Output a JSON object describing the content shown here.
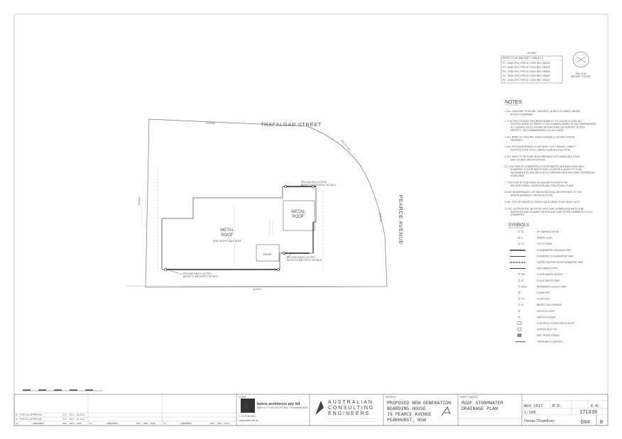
{
  "plan": {
    "street_top": "TRAFALGAR STREET",
    "street_right": "PEARCE AVENUE",
    "metal_roof_main_line1": "METAL",
    "metal_roof_main_line2": "ROOF",
    "non_trafficable": "NON-TRAFFICABLE ROOF",
    "metal_roof_small_line1": "METAL",
    "metal_roof_small_line2": "ROOF",
    "roof_small": "ROOF",
    "gutter_note_1_a": "PROVIDE EAVES GUTTER",
    "gutter_note_1_b": "REFER TO ARCHITECT DETAILS",
    "gutter_note_2_a": "PROVIDE EAVES GUTTER",
    "gutter_note_2_b": "REFER TO ARCHITECT DETAILS",
    "gutter_note_3_a": "PROVIDE BOX GUTTER",
    "gutter_note_3_b": "REFER TO ARCHITECT DETAILS"
  },
  "legend": {
    "title": "LEGEND",
    "header": "REFER TO AS 3500 PART 3 TABLE 3.3",
    "rows": [
      "P1 - 100Ø UPVC PIPE AT 1.00% MIN. GRADE",
      "P2 - 150Ø UPVC PIPE AT 1.00% MIN. GRADE",
      "P3 - 225Ø UPVC PIPE AT 0.50% MIN. GRADE",
      "P4 - 300Ø UPVC PIPE AT 0.40% MIN. GRADE",
      "P5 - 375Ø UPVC PIPE AT 0.40% MIN. GRADE"
    ],
    "dial_text_1": "DIAL 1100",
    "dial_text_2": "BEFORE YOU DIG"
  },
  "notes": {
    "title": "NOTES",
    "items": [
      "1.  ALL LINES ARE TO BE MIN. 100Ø UPVC @ MIN 1.00 GRADE UNLESS NOTED OTHERWISE.",
      "2.  IT IS THE CONTRACTORS RESPONSIBILITY TO LOCATE & LEVEL ALL EXISTING SERVICES PRIOR TO THE COMMENCEMENT OF ANY EARTHWORKS. ALL DESIGN LEVELS SHOWN ON PLAN SHALL BE VERIFIED ON SITE PRIOR TO THE COMMENCEMENT OF ANY WORK.",
      "3.  ALL RWPS TO HAVE MIN. 200mm SCREEN & LOCATED WITHIN PROPERTY.",
      "4.  ALL PITS IN DRIVEWAYS TO BE HEAVY DUTY GRATED. DIRECT SURFACE FLOW TO ALL GRATED SURFACE INLET PITS.",
      "5.  ALL WORK TO BE DONE IN ACCORDANCE WITH AS/NZ 3500.3:2015 AND COUNCIL SPECIFICATIONS.",
      "6.  LOCATIONS OF DOWNPIPES & FLOOR WASTES ARE INDICATIVE ONLY. DOWNPIPE & FLOOR WASTE SIZE, LOCATION & QUANTITY TO BE DETERMINED BY BUILDER & IN ACCORDANCE WITH RELEVANT AUSTRALIAN STANDARDS.",
      "7.  THIS PLAN IS TO BE READ IN CONJUNCTION WITH THE ARCHITECTURAL, LANDSCAPE AND STRUCTURAL PLANS.",
      "8.  ANY DISCREPANCIES OR OMISSIONS SHALL BE REFERRED TO THE DESIGN ENGINEER FOR RESOLUTION.",
      "9.  ALL PITS OR GRATES IN TRAFFICABLE AREAS TO BE HEAVY DUTY.",
      "10. ALL GUTTERS WILL BE FITTED WITH LEAF GUARDS AND SHOULD BE INSPECTED AND CLEANED ON REGULAR LEAF LITTER CARRIED BY/TO ALL DOWNPIPES."
    ]
  },
  "symbols": {
    "title": "SYMBOLS",
    "items": [
      {
        "sym": "SL",
        "text": "PIT SURFACE LEVEL"
      },
      {
        "sym": "IL",
        "text": "INVERT LEVEL"
      },
      {
        "sym": "TK",
        "text": "TOP OF KERB"
      },
      {
        "sym": "",
        "text": "STORMWATER DRAINAGE PIPE"
      },
      {
        "sym": "",
        "text": "DOWNPIPE TO RAINWATER TANK"
      },
      {
        "sym": "",
        "text": "OVERFLOW PIPE FROM RAINWATER TANK"
      },
      {
        "sym": "",
        "text": "AND SUBSOIL PIPE"
      },
      {
        "sym": "FW",
        "text": "FLOOR WASTE GRATED"
      },
      {
        "sym": "FT",
        "text": "FLOOR WASTE TRAP"
      },
      {
        "sym": "RWO",
        "text": "RAINWATER OUTLET 100Ø"
      },
      {
        "sym": "",
        "text": "DOWN PIPE"
      },
      {
        "sym": "CO",
        "text": "CLEAN OUT"
      },
      {
        "sym": "IO",
        "text": "INSPECTION OPENING"
      },
      {
        "sym": "",
        "text": "VERTICAL DROP"
      },
      {
        "sym": "",
        "text": "VERTICAL RISER"
      },
      {
        "sym": "",
        "text": "CONCRETE COVER JUNCTION PIT"
      },
      {
        "sym": "",
        "text": "GRATED INLET PIT"
      },
      {
        "sym": "",
        "text": "AND GRATED DRAIN"
      },
      {
        "sym": "",
        "text": "OVERLAND FLOW PATH"
      }
    ]
  },
  "titleblock": {
    "revisions": [
      {
        "rev": "B",
        "desc": "FOR D.A. APPROVAL",
        "by": "C.K.",
        "chk": "M.D.",
        "date": "24.10.17"
      },
      {
        "rev": "A",
        "desc": "FOR D.A. APPROVAL",
        "by": "C.K.",
        "chk": "M.D.",
        "date": "21.10.17"
      }
    ],
    "rev_headers": [
      "No.",
      "AMENDMENT",
      "DES",
      "DRFT",
      "DATE",
      "No.",
      "AMENDMENT",
      "DES",
      "DRFT",
      "DATE",
      "No.",
      "AMENDMENT",
      "DES",
      "DRFT",
      "DATE"
    ],
    "architect_name": "katris architects pty ltd",
    "architect_sub": "(ABN 11 077 644 321) PO Box 776 Lucknow NSW",
    "architect_phone": "T: 02 9748 3644",
    "architect_web": "www.katris.com.au",
    "engineer_line1": "AUSTRALIAN",
    "engineer_line2": "CONSULTING",
    "engineer_line3": "ENGINEERS",
    "project_label": "PROJECT",
    "project_line1": "PROPOSED NEW GENERATION",
    "project_line2": "BOARDING HOUSE",
    "project_line3": "19 PEARCE AVENUE",
    "project_line4": "PEAKHURST, NSW",
    "drawing_label": "SHEET SUBJECT",
    "drawing_title_1": "ROOF STORMWATER",
    "drawing_title_2": "DRAINAGE PLAN",
    "date": "NOV 2017",
    "designed": "M.D.",
    "drawn": "E.H.",
    "scale": "1:100",
    "job_no": "171336",
    "approved": "Osman Chowdhury",
    "drawing_no": "D04",
    "revision": "B"
  }
}
